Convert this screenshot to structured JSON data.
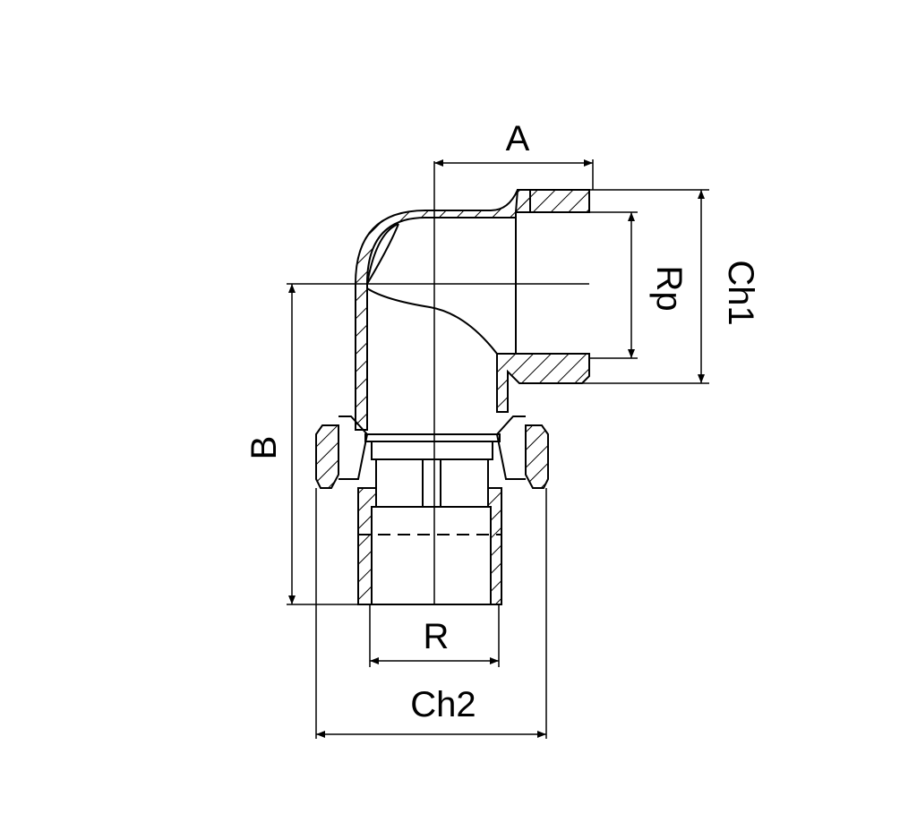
{
  "drawing": {
    "title": "Elbow union fitting, female Rp x male R",
    "dimensions": {
      "a": "A",
      "b": "B",
      "rp": "Rp",
      "ch1": "Ch1",
      "r": "R",
      "ch2": "Ch2"
    },
    "line_color": "#000000",
    "background": "#ffffff"
  }
}
